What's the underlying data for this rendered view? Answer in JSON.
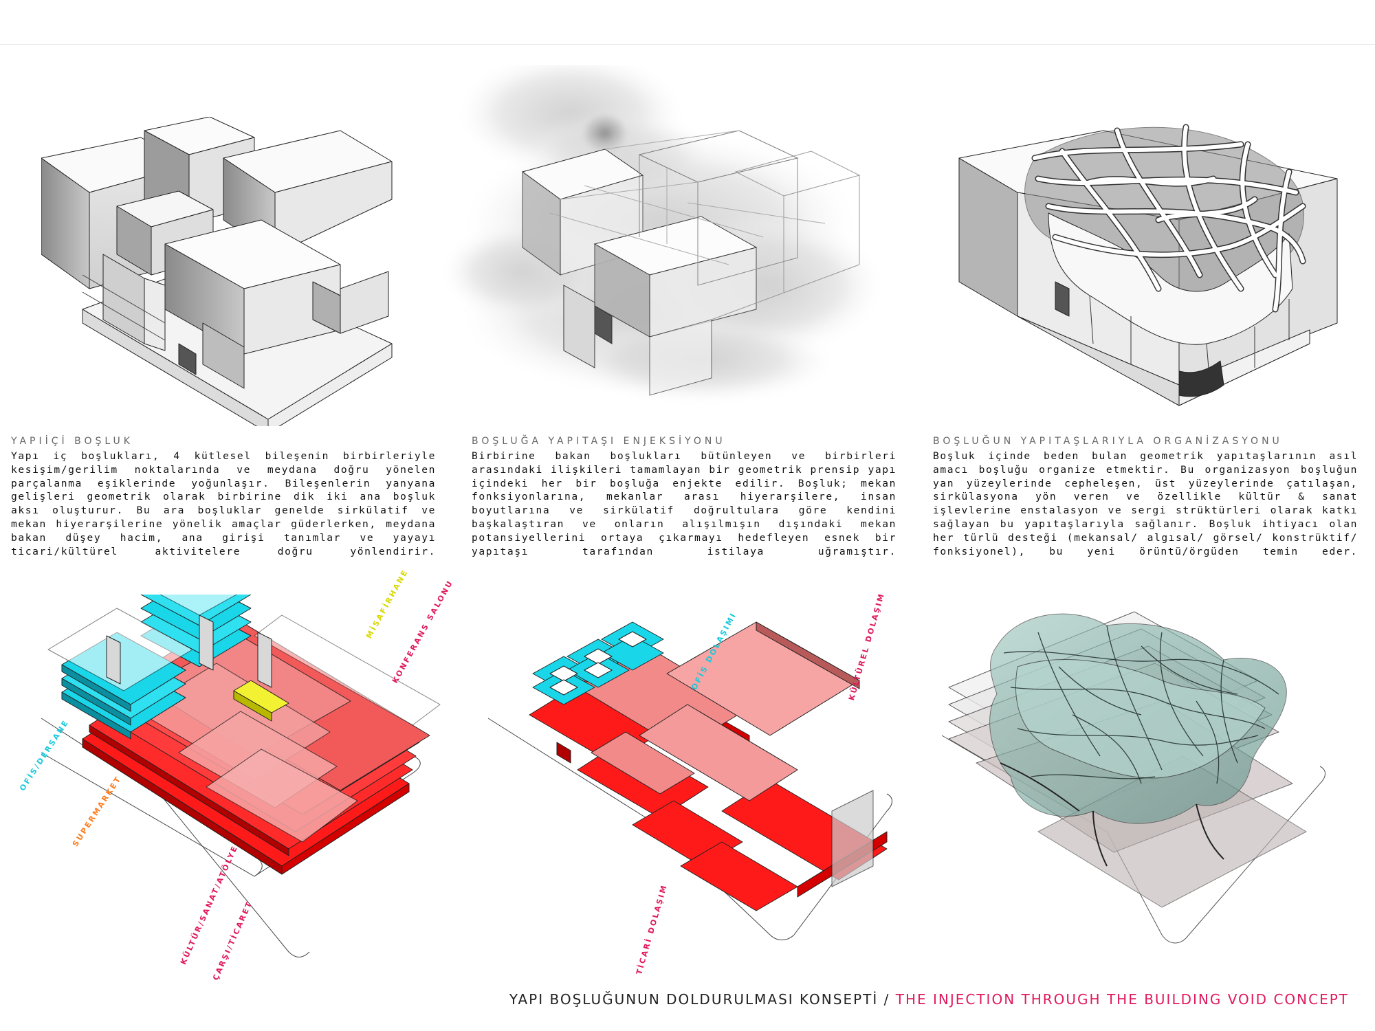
{
  "panels": [
    {
      "title": "YAPIİÇİ BOŞLUK",
      "body": "Yapı iç boşlukları, 4 kütlesel bileşenin birbirleriyle kesişim/gerilim noktalarında ve meydana doğru yönelen parçalanma eşiklerinde yoğunlaşır. Bileşenlerin yanyana gelişleri geometrik olarak birbirine dik iki ana boşluk aksı oluşturur. Bu ara boşluklar genelde sirkülatif ve mekan hiyerarşilerine yönelik amaçlar güderlerken, meydana bakan düşey hacim, ana girişi tanımlar ve yayayı ticari/kültürel aktivitelere doğru yönlendirir."
    },
    {
      "title": "BOŞLUĞA YAPITAŞI ENJEKSİYONU",
      "body": "Birbirine bakan boşlukları bütünleyen ve birbirleri arasındaki ilişkileri tamamlayan bir geometrik prensip yapı içindeki her bir boşluğa enjekte edilir. Boşluk; mekan fonksiyonlarına, mekanlar arası hiyerarşilere, insan boyutlarına ve sirkülatif doğrultulara göre kendini başkalaştıran ve onların alışılmışın dışındaki mekan potansiyellerini ortaya çıkarmayı hedefleyen esnek bir yapıtaşı tarafından istilaya uğramıştır."
    },
    {
      "title": "BOŞLUĞUN YAPITAŞLARIYLA ORGANİZASYONU",
      "body": "Boşluk içinde beden bulan geometrik yapıtaşlarının asıl amacı boşluğu organize etmektir. Bu organizasyon boşluğun yan yüzeylerinde cepheleşen, üst yüzeylerinde çatılaşan, sirkülasyona yön veren ve özellikle kültür & sanat işlevlerine enstalasyon ve sergi strüktürleri olarak katkı sağlayan bu yapıtaşlarıyla sağlanır. Boşluk ihtiyacı olan her türlü desteği (mekansal/ algısal/ görsel/ konstrüktif/ fonksiyonel), bu yeni örüntü/örgüden temin eder."
    }
  ],
  "diagram_labels": {
    "ofis_dersane": "OFİS/DERSANE",
    "supermarket": "SUPERMARKET",
    "kultur_sanat_atolye": "KÜLTÜR/SANAT/ATÖLYE",
    "carsi_ticaret": "ÇARŞI/TİCARET",
    "misafirhane": "MİSAFİRHANE",
    "konferans_salonu": "KONFERANS SALONU",
    "ofis_dolasimi": "OFİS DOLAŞIMI",
    "kulturel_dolasim": "KÜLTÜREL DOLAŞIM",
    "ticari_dolasim": "TİCARİ DOLAŞIM"
  },
  "footer": {
    "title_tr": "YAPI BOŞLUĞUNUN DOLDURULMASI KONSEPTİ",
    "separator": "/",
    "title_en": "THE INJECTION THROUGH THE BUILDING VOID CONCEPT"
  },
  "colors": {
    "accent_magenta": "#e0195b",
    "cyan": "#19d6e8",
    "red": "#ff1a1a",
    "pink": "#f28a8a",
    "yellow": "#f2f233",
    "orange": "#ff7a1a",
    "glass_green": "#8fb9b0"
  }
}
